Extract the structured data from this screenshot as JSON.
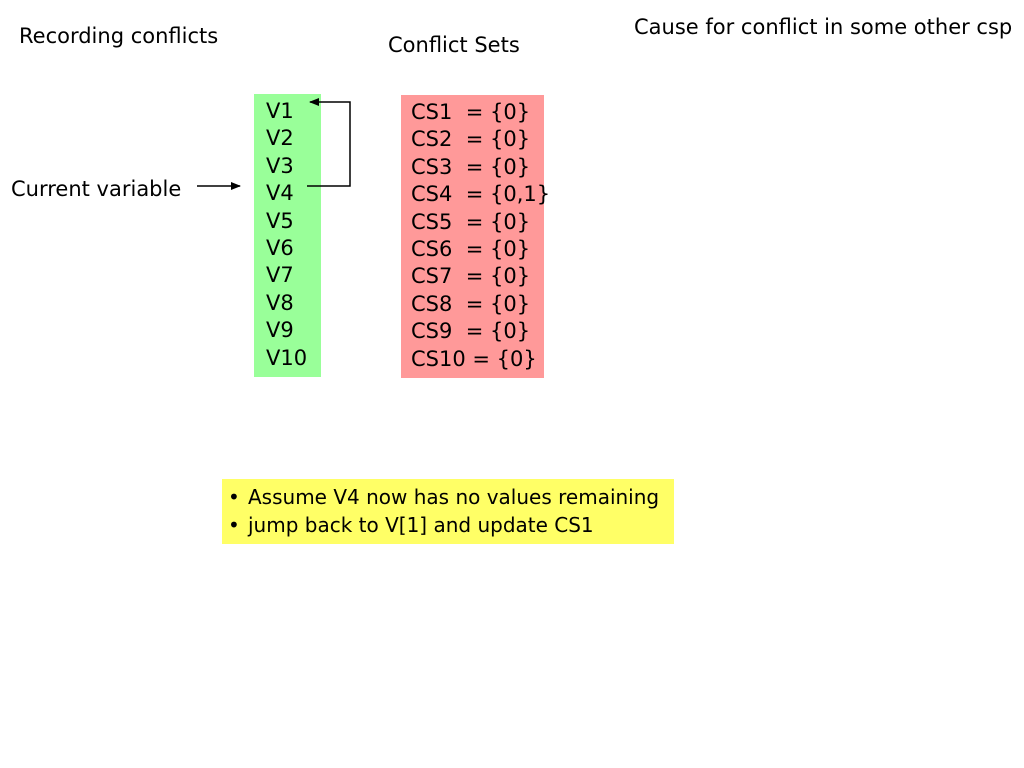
{
  "slide": {
    "title": "Recording conflicts",
    "conflict_sets_heading": "Conflict Sets",
    "side_note": "Cause for conflict in some other csp",
    "current_variable_label": "Current variable"
  },
  "variables": [
    "V1",
    "V2",
    "V3",
    "V4",
    "V5",
    "V6",
    "V7",
    "V8",
    "V9",
    "V10"
  ],
  "conflict_sets": [
    "CS1  = {0}",
    "CS2  = {0}",
    "CS3  = {0}",
    "CS4  = {0,1}",
    "CS5  = {0}",
    "CS6  = {0}",
    "CS7  = {0}",
    "CS8  = {0}",
    "CS9  = {0}",
    "CS10 = {0}"
  ],
  "notes": [
    "Assume V4 now has no values remaining",
    "jump back to V[1] and update CS1"
  ],
  "colors": {
    "variables_box": "#99ff99",
    "conflict_box": "#ff9999",
    "note_box": "#ffff66",
    "arrow": "#000000"
  }
}
